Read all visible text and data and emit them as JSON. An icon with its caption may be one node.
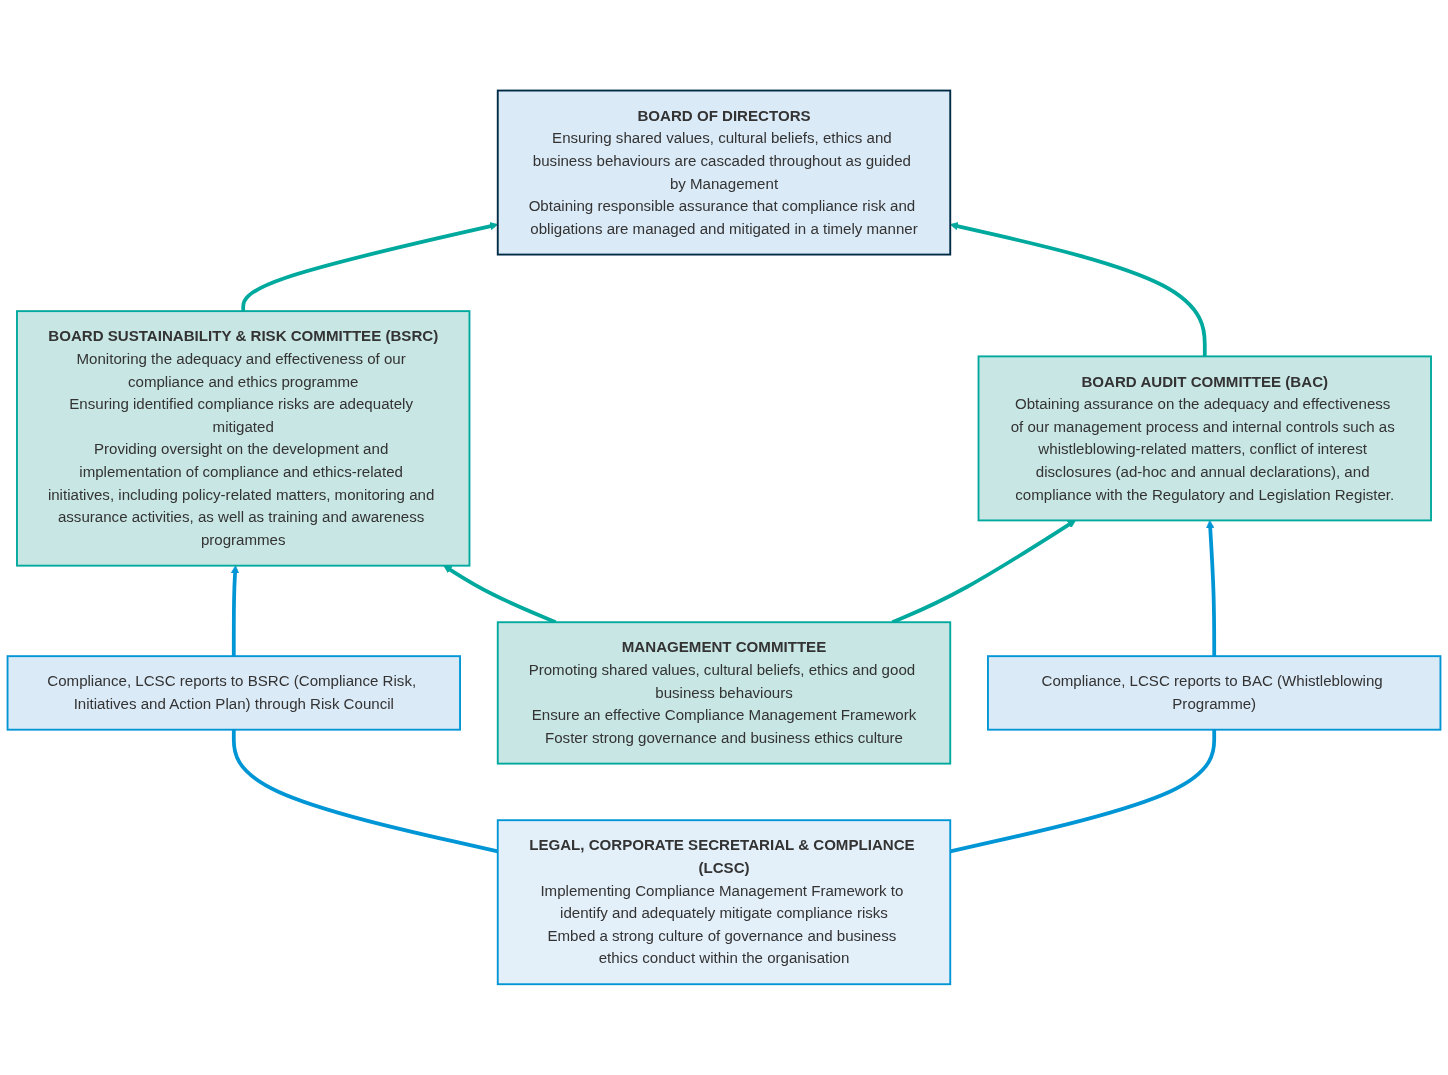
{
  "diagram": {
    "nodes": [
      {
        "text": [
          "BOARD OF DIRECTORS",
          "Ensuring shared values, cultural beliefs, ethics and business behaviours are cascaded throughout as guided by Management",
          "Obtaining responsible assurance that compliance risk and obligations are managed and mitigated in a timely manner"
        ]
      },
      {
        "text": [
          "BOARD SUSTAINABILITY & RISK COMMITTEE (BSRC)",
          "Monitoring the adequacy and effectiveness of our compliance and ethics programme",
          "Ensuring identified compliance risks are adequately mitigated",
          "Providing oversight on the development and implementation of compliance and ethics-related initiatives, including policy-related matters, monitoring and assurance activities, as well as training and awareness programmes"
        ]
      },
      {
        "text": [
          "BOARD AUDIT COMMITTEE (BAC)",
          "Obtaining assurance on the adequacy and effectiveness of our management process and internal controls such as whistleblowing-related matters, conflict of interest disclosures (ad-hoc and annual declarations), and compliance with the Regulatory and Legislation Register."
        ]
      },
      {
        "text": [
          "Compliance, LCSC reports to BSRC (Compliance Risk, Initiatives and Action Plan) through Risk Council"
        ]
      },
      {
        "text": [
          "MANAGEMENT COMMITTEE",
          "Promoting shared values, cultural beliefs, ethics and good business behaviours",
          "Ensure an effective Compliance Management Framework",
          "Foster strong governance and business ethics culture"
        ]
      },
      {
        "text": [
          "Compliance, LCSC reports to BAC (Whistleblowing Programme)"
        ]
      },
      {
        "text": [
          "LEGAL, CORPORATE SECRETARIAL & COMPLIANCE (LCSC)",
          "Implementing Compliance Management Framework to identify and adequately mitigate compliance risks",
          "Embed a strong culture of governance and business ethics conduct within the organisation"
        ]
      }
    ],
    "edges": [
      {
        "from": 1,
        "to": 0,
        "arrow": "to"
      },
      {
        "from": 2,
        "to": 0,
        "arrow": "to"
      },
      {
        "from": 3,
        "to": 1,
        "arrow": "to",
        "color": "#0096d6"
      },
      {
        "from": 4,
        "to": 1,
        "arrow": "to"
      },
      {
        "from": 4,
        "to": 2,
        "arrow": "to"
      },
      {
        "from": 5,
        "to": 2,
        "arrow": "to",
        "color": "#0096d6"
      },
      {
        "from": 6,
        "to": 3,
        "arrow": "none",
        "color": "#0096d6"
      },
      {
        "from": 6,
        "to": 5,
        "arrow": "none",
        "color": "#0096d6"
      }
    ]
  }
}
